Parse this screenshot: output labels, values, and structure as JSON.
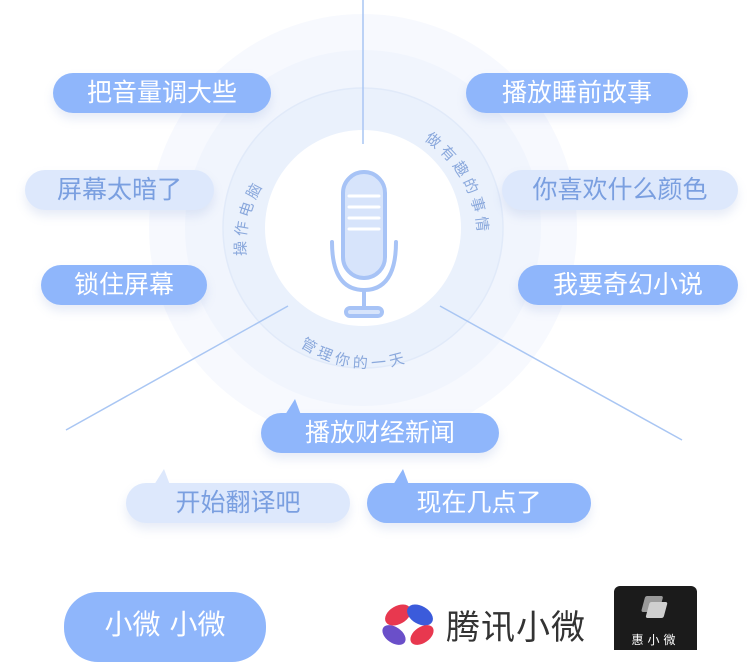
{
  "center": {
    "arc_left": "操作电脑",
    "arc_right": "做有趣的事情",
    "arc_bottom": "管理你的一天"
  },
  "bubbles": {
    "b1": "把音量调大些",
    "b2": "播放睡前故事",
    "b3": "屏幕太暗了",
    "b4": "你喜欢什么颜色",
    "b5": "锁住屏幕",
    "b6": "我要奇幻小说",
    "b7": "播放财经新闻",
    "b8": "开始翻译吧",
    "b9": "现在几点了"
  },
  "footer": {
    "wake_button": "小微  小微",
    "brand_name": "腾讯小微",
    "app_icon_label": "惠小微"
  },
  "colors": {
    "accent": "#8fb6fb",
    "accent_light": "#dde8fc",
    "line": "#a9c6f3"
  },
  "icons": {
    "center": "microphone-icon",
    "brand": "tencent-xiaowei-logo-icon",
    "app": "hui-xiaowei-app-icon"
  }
}
